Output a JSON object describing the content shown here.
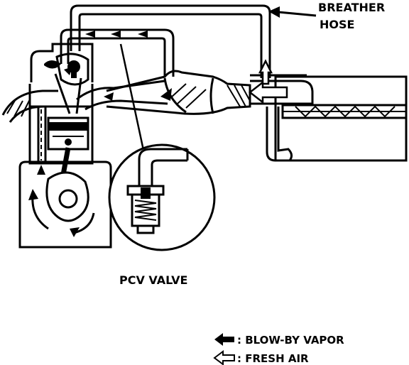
{
  "labels": {
    "breather_hose_line1": "BREATHER",
    "breather_hose_line2": "HOSE",
    "pcv_valve": "PCV VALVE"
  },
  "legend": {
    "blow_by_vapor": ": BLOW-BY VAPOR",
    "fresh_air": ": FRESH AIR"
  },
  "colors": {
    "ink": "#000000",
    "paper": "#ffffff"
  }
}
